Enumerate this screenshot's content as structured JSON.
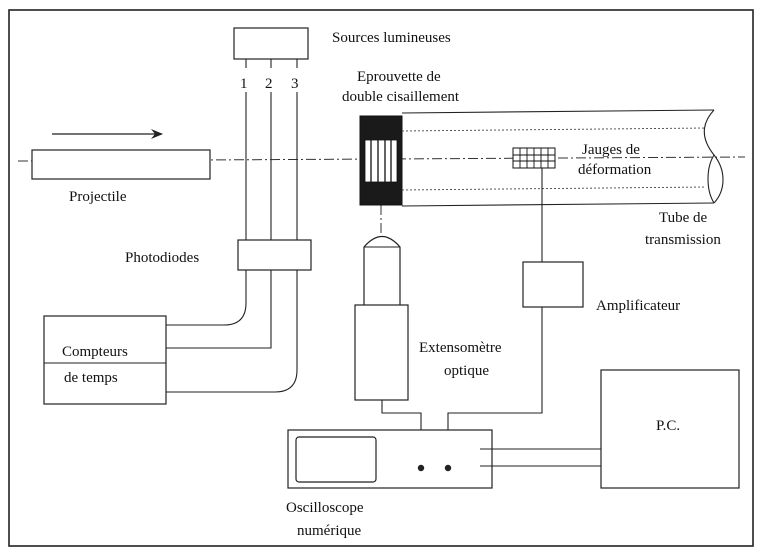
{
  "labels": {
    "sources": "Sources lumineuses",
    "source_1": "1",
    "source_2": "2",
    "source_3": "3",
    "eprouvette_line1": "Eprouvette de",
    "eprouvette_line2": "double cisaillement",
    "jauges_line1": "Jauges de",
    "jauges_line2": "déformation",
    "projectile": "Projectile",
    "tube_line1": "Tube de",
    "tube_line2": "transmission",
    "photodiodes": "Photodiodes",
    "amplificateur": "Amplificateur",
    "compteurs_line1": "Compteurs",
    "compteurs_line2": "de temps",
    "extensometre_line1": "Extensomètre",
    "extensometre_line2": "optique",
    "pc": "P.C.",
    "oscilloscope_line1": "Oscilloscope",
    "oscilloscope_line2": "numérique"
  }
}
